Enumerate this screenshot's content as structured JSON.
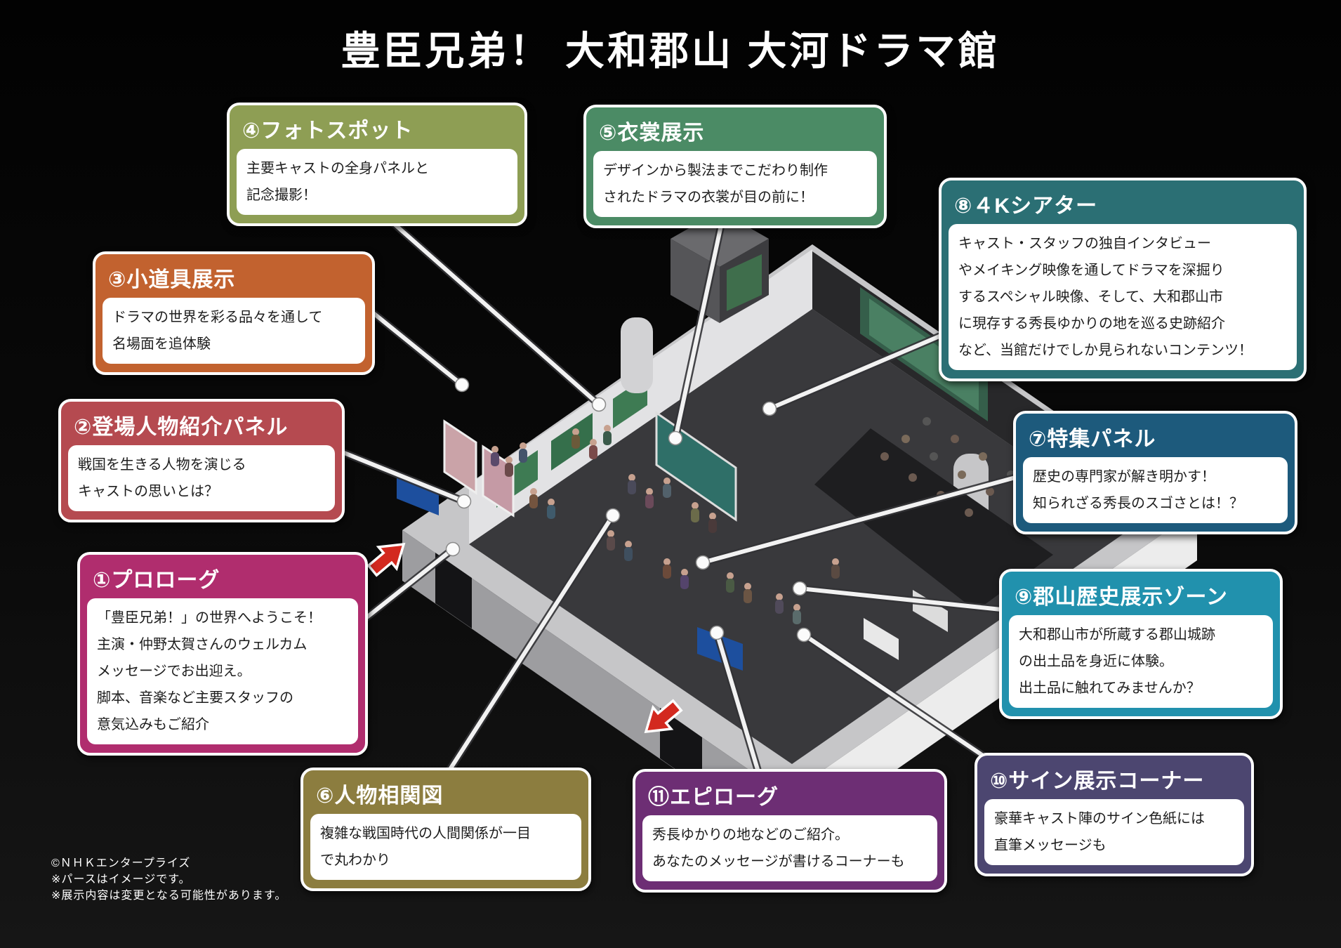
{
  "title": "豊臣兄弟！ 大和郡山 大河ドラマ館",
  "callouts": [
    {
      "title": "①プロローグ",
      "color": "#b02d6e",
      "body": "「豊臣兄弟！」の世界へようこそ！\n主演・仲野太賀さんのウェルカム\nメッセージでお出迎え。\n脚本、音楽など主要スタッフの\n意気込みもご紹介"
    },
    {
      "title": "②登場人物紹介パネル",
      "color": "#b54a50",
      "body": "戦国を生きる人物を演じる\nキャストの思いとは？"
    },
    {
      "title": "③小道具展示",
      "color": "#c2622f",
      "body": "ドラマの世界を彩る品々を通して\n名場面を追体験"
    },
    {
      "title": "④フォトスポット",
      "color": "#8e9e54",
      "body": "主要キャストの全身パネルと\n記念撮影！"
    },
    {
      "title": "⑤衣裳展示",
      "color": "#4b8b65",
      "body": "デザインから製法までこだわり制作\nされたドラマの衣裳が目の前に！"
    },
    {
      "title": "⑥人物相関図",
      "color": "#8c7d3f",
      "body": "複雑な戦国時代の人間関係が一目\nで丸わかり"
    },
    {
      "title": "⑦特集パネル",
      "color": "#1d5a7c",
      "body": "歴史の専門家が解き明かす！\n知られざる秀長のスゴさとは！？"
    },
    {
      "title": "⑧４Kシアター",
      "color": "#2b6f74",
      "body": "キャスト・スタッフの独自インタビュー\nやメイキング映像を通してドラマを深掘り\nするスペシャル映像、そして、大和郡山市\nに現存する秀長ゆかりの地を巡る史跡紹介\nなど、当館だけでしか見られないコンテンツ！"
    },
    {
      "title": "⑨郡山歴史展示ゾーン",
      "color": "#2191ad",
      "body": "大和郡山市が所蔵する郡山城跡\nの出土品を身近に体験。\n出土品に触れてみませんか？"
    },
    {
      "title": "⑩サイン展示コーナー",
      "color": "#4c4670",
      "body": "豪華キャスト陣のサイン色紙には\n直筆メッセージも"
    },
    {
      "title": "⑪エピローグ",
      "color": "#6d2e74",
      "body": "秀長ゆかりの地などのご紹介。\nあなたのメッセージが書けるコーナーも"
    }
  ],
  "footer": "©ＮＨＫエンタープライズ\n※パースはイメージです。\n※展示内容は変更となる可能性があります。",
  "arrow_color": "#d3291f",
  "leader_line_color": "#f2f2f2"
}
